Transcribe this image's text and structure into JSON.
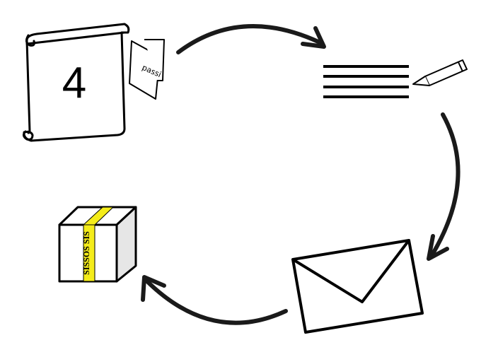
{
  "scroll": {
    "number": "4"
  },
  "booklet": {
    "label": "passi"
  },
  "box": {
    "tape_text": "SISSOS SIS"
  },
  "colors": {
    "stroke": "#000000",
    "tape": "#f4ec1a",
    "box_side": "#e6e6e6",
    "arrow": "#1a1a1a"
  },
  "steps": [
    "scroll-icon",
    "writing-lines-icon",
    "envelope-icon",
    "package-box-icon"
  ]
}
